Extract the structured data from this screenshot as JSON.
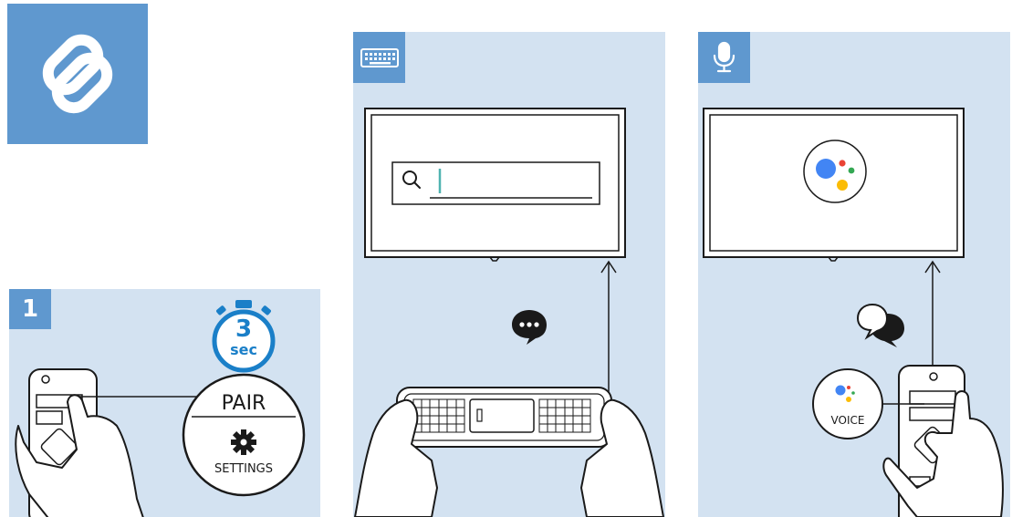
{
  "step1": {
    "number": "1",
    "timer_value": "3",
    "timer_unit": "sec",
    "pair_label": "PAIR",
    "settings_label": "SETTINGS"
  },
  "voice": {
    "voice_label": "VOICE"
  },
  "colors": {
    "accent_blue": "#5f98cf",
    "panel_bg": "#d3e2f1",
    "timer_blue": "#1a7fc8",
    "cursor": "#4fb3b0",
    "assistant_blue": "#4285F4",
    "assistant_red": "#EA4335",
    "assistant_yellow": "#FBBC05",
    "assistant_green": "#34A853"
  },
  "icons": {
    "link": "link-icon",
    "keyboard": "keyboard-icon",
    "microphone": "microphone-icon",
    "search": "search-icon",
    "gear": "gear-icon",
    "chat": "chat-bubble-icon",
    "voice_chat": "voice-chat-icon",
    "assistant": "google-assistant-icon"
  }
}
